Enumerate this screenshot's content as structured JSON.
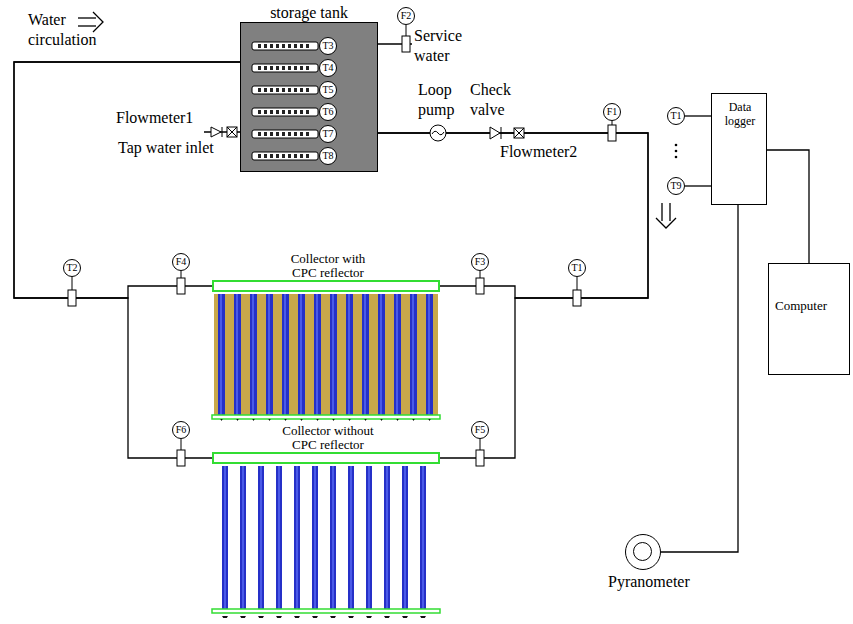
{
  "diagram": {
    "nodes": [
      {
        "text": [
          "storage tank"
        ]
      },
      {
        "text": [
          "T3"
        ],
        "in": 0
      },
      {
        "text": [
          "T4"
        ],
        "in": 0
      },
      {
        "text": [
          "T5"
        ],
        "in": 0
      },
      {
        "text": [
          "T6"
        ],
        "in": 0
      },
      {
        "text": [
          "T7"
        ],
        "in": 0
      },
      {
        "text": [
          "T8"
        ],
        "in": 0
      },
      {
        "text": [
          "F2"
        ]
      },
      {
        "text": [
          "F1"
        ]
      },
      {
        "text": [
          "T1"
        ]
      },
      {
        "text": [
          "T9"
        ]
      },
      {
        "text": [
          "Data logger"
        ]
      },
      {
        "text": [
          "Collector with CPC reflector"
        ]
      },
      {
        "text": [
          "F4"
        ]
      },
      {
        "text": [
          "F3"
        ]
      },
      {
        "text": [
          "T2"
        ]
      },
      {
        "text": [
          "T1"
        ]
      },
      {
        "text": [
          "Computer"
        ]
      },
      {
        "text": [
          "Collector without CPC reflector"
        ]
      },
      {
        "text": [
          "F6"
        ]
      },
      {
        "text": [
          "F5"
        ]
      },
      {
        "text": [
          "Pyranometer"
        ]
      }
    ],
    "edges": [
      {
        "from": 0,
        "to": 12,
        "arrow": "none"
      },
      {
        "from": 0,
        "to": 18,
        "arrow": "none"
      },
      {
        "from": 12,
        "to": 0,
        "arrow": "none"
      },
      {
        "from": 18,
        "to": 0,
        "arrow": "none"
      },
      {
        "from": 9,
        "to": 11,
        "arrow": "none"
      },
      {
        "from": 10,
        "to": 11,
        "arrow": "none"
      },
      {
        "from": 11,
        "to": 17,
        "arrow": "none"
      },
      {
        "from": 21,
        "to": 11,
        "arrow": "none"
      }
    ],
    "labels": [
      "Water circulation",
      "Service water",
      "Loop pump",
      "Check valve",
      "Flowmeter1",
      "Tap water inlet",
      "Flowmeter2"
    ]
  }
}
